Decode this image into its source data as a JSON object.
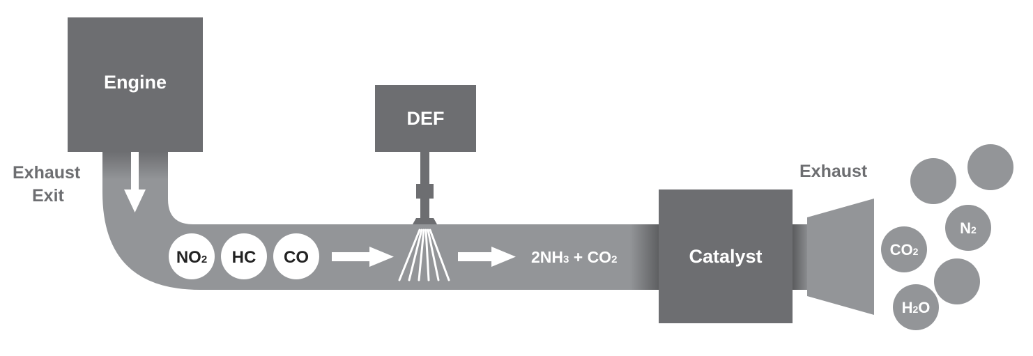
{
  "colors": {
    "pipe": "#939598",
    "box": "#6d6e71",
    "pipe_dark": "#808285",
    "text_on_dark": "#ffffff",
    "label_gray": "#6d6e71",
    "input_circle": "#ffffff",
    "output_circle": "#939598"
  },
  "engine": {
    "label": "Engine"
  },
  "def": {
    "label": "DEF"
  },
  "catalyst": {
    "label": "Catalyst"
  },
  "exhaust_exit": {
    "line1": "Exhaust",
    "line2": "Exit"
  },
  "exhaust_out": {
    "label": "Exhaust"
  },
  "inputs": [
    {
      "main": "NO",
      "sub": "2"
    },
    {
      "main": "HC",
      "sub": ""
    },
    {
      "main": "CO",
      "sub": ""
    }
  ],
  "reaction": {
    "p1": "2NH",
    "s1": "3",
    "p2": " + CO",
    "s2": "2"
  },
  "outputs": [
    {
      "pre": "CO",
      "sub": "2",
      "post": ""
    },
    {
      "pre": "N",
      "sub": "2",
      "post": ""
    },
    {
      "pre": "H",
      "sub": "2",
      "post": "O"
    },
    {
      "pre": "",
      "sub": "",
      "post": ""
    },
    {
      "pre": "",
      "sub": "",
      "post": ""
    }
  ]
}
